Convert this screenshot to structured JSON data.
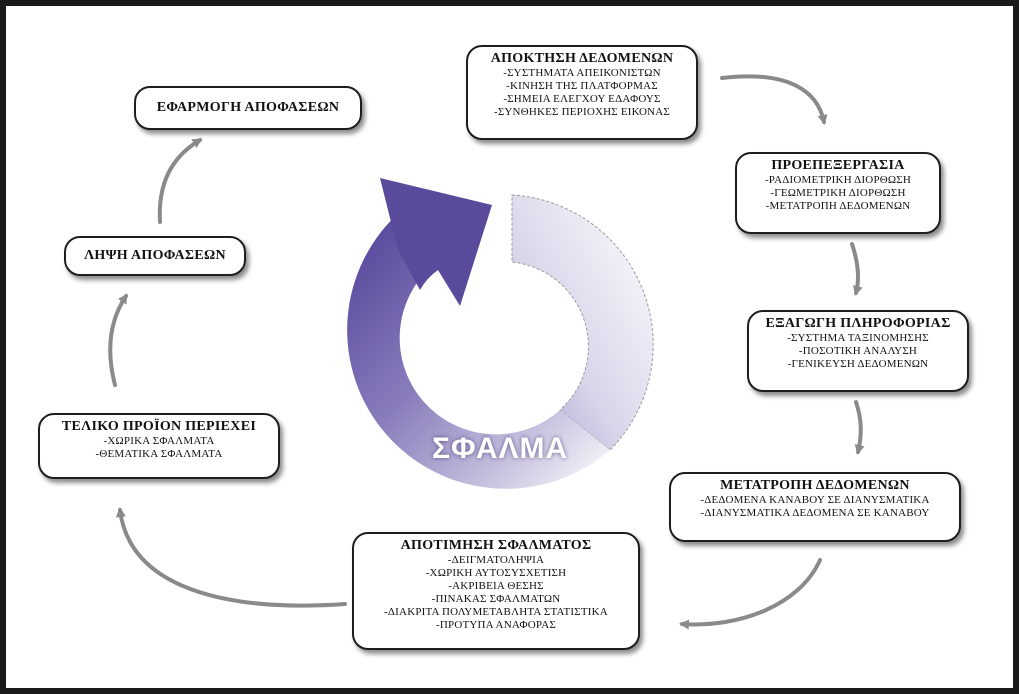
{
  "center_label": "ΣΦΑΛΜΑ",
  "boxes": {
    "acquisition": {
      "title": "ΑΠΟΚΤΗΣΗ ΔΕΔΟΜΕΝΩΝ",
      "items": [
        "-ΣΥΣΤΗΜΑΤΑ ΑΠΕΙΚΟΝΙΣΤΩΝ",
        "-ΚΙΝΗΣΗ ΤΗΣ ΠΛΑΤΦΟΡΜΑΣ",
        "-ΣΗΜΕΙΑ ΕΛΕΓΧΟΥ ΕΔΑΦΟΥΣ",
        "-ΣΥΝΘΗΚΕΣ ΠΕΡΙΟΧΗΣ ΕΙΚΟΝΑΣ"
      ]
    },
    "preprocessing": {
      "title": "ΠΡΟΕΠΕΞΕΡΓΑΣΙΑ",
      "items": [
        "-ΡΑΔΙΟΜΕΤΡΙΚΗ ΔΙΟΡΘΩΣΗ",
        "-ΓΕΩΜΕΤΡΙΚΗ ΔΙΟΡΘΩΣΗ",
        "-ΜΕΤΑΤΡΟΠΗ ΔΕΔΟΜΕΝΩΝ"
      ]
    },
    "extraction": {
      "title": "ΕΞΑΓΩΓΗ ΠΛΗΡΟΦΟΡΙΑΣ",
      "items": [
        "-ΣΥΣΤΗΜΑ ΤΑΞΙΝΟΜΗΣΗΣ",
        "-ΠΟΣΟΤΙΚΗ ΑΝΑΛΥΣΗ",
        "-ΓΕΝΙΚΕΥΣΗ ΔΕΔΟΜΕΝΩΝ"
      ]
    },
    "conversion": {
      "title": "ΜΕΤΑΤΡΟΠΗ ΔΕΔΟΜΕΝΩΝ",
      "items": [
        "-ΔΕΔΟΜΕΝΑ ΚΑΝΑΒΟΥ ΣΕ ΔΙΑΝΥΣΜΑΤΙΚΑ",
        "-ΔΙΑΝΥΣΜΑΤΙΚΑ ΔΕΔΟΜΕΝΑ ΣΕ ΚΑΝΑΒΟΥ"
      ]
    },
    "assessment": {
      "title": "ΑΠΟΤΙΜΗΣΗ ΣΦΑΛΜΑΤΟΣ",
      "items": [
        "-ΔΕΙΓΜΑΤΟΛΗΨΙΑ",
        "-ΧΩΡΙΚΗ ΑΥΤΟΣΥΣΧΕΤΙΣΗ",
        "-ΑΚΡΙΒΕΙΑ ΘΕΣΗΣ",
        "-ΠΙΝΑΚΑΣ ΣΦΑΛΜΑΤΩΝ",
        "-ΔΙΑΚΡΙΤΑ ΠΟΛΥΜΕΤΑΒΛΗΤΑ ΣΤΑΤΙΣΤΙΚΑ",
        "-ΠΡΟΤΥΠΑ ΑΝΑΦΟΡΑΣ"
      ]
    },
    "final_product": {
      "title": "ΤΕΛΙΚΟ ΠΡΟΪΟΝ ΠΕΡΙΕΧΕΙ",
      "items": [
        "-ΧΩΡΙΚΑ ΣΦΑΛΜΑΤΑ",
        "-ΘΕΜΑΤΙΚΑ ΣΦΑΛΜΑΤΑ"
      ]
    },
    "decision_making": {
      "title": "ΛΗΨΗ ΑΠΟΦΑΣΕΩΝ"
    },
    "decision_application": {
      "title": "ΕΦΑΡΜΟΓΗ ΑΠΟΦΑΣΕΩΝ"
    }
  },
  "colors": {
    "ring_dark": "#5a4a9c",
    "ring_light": "#ffffff",
    "connector_arrow": "#8a8a8a",
    "box_border": "#1e1e1e",
    "background_frame": "#1a1a1a"
  }
}
